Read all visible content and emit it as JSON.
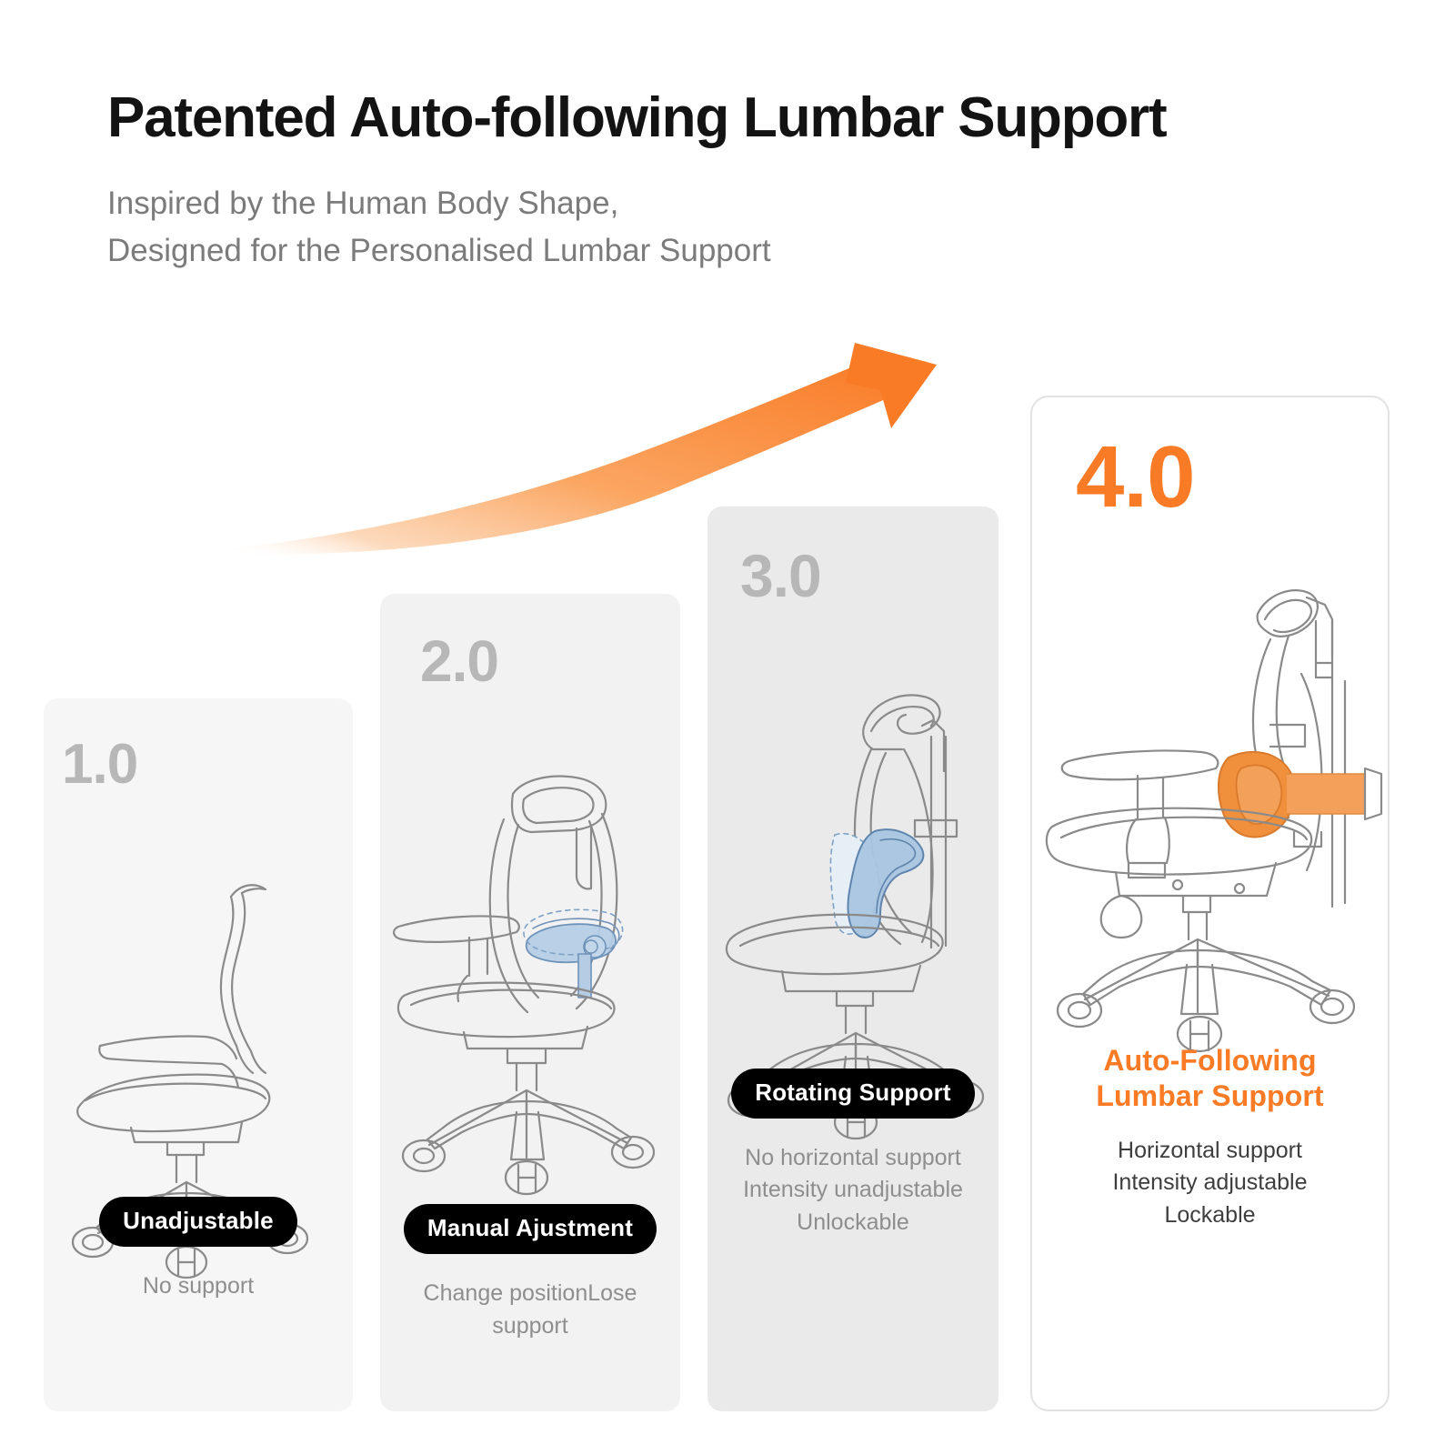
{
  "header": {
    "title": "Patented Auto-following Lumbar Support",
    "subtitle_line1": "Inspired by the Human Body Shape,",
    "subtitle_line2": "Designed for the Personalised Lumbar Support"
  },
  "colors": {
    "accent_orange": "#f97b26",
    "badge_black": "#000000",
    "muted_gray": "#8e8e8e",
    "version_gray": "#b7b7b7",
    "lumbar_blue": "#a8c4e0",
    "card_border": "#e2e2e2"
  },
  "arrow": {
    "name": "growth-arrow",
    "direction": "upward-right",
    "gradient_from": "#fdd6b4",
    "gradient_to": "#f97b26"
  },
  "cards": [
    {
      "version": "1.0",
      "version_color": "#b7b7b7",
      "badge": "Unadjustable",
      "desc_lines": [
        "No support"
      ],
      "headline": null,
      "lumbar_highlight": "none",
      "background": "#f6f6f6"
    },
    {
      "version": "2.0",
      "version_color": "#b7b7b7",
      "badge": "Manual Ajustment",
      "desc_lines": [
        "Change positionLose",
        "support"
      ],
      "headline": null,
      "lumbar_highlight": "blue",
      "background": "#f2f2f2"
    },
    {
      "version": "3.0",
      "version_color": "#b7b7b7",
      "badge": "Rotating Support",
      "desc_lines": [
        "No horizontal support",
        "Intensity unadjustable",
        "Unlockable"
      ],
      "headline": null,
      "lumbar_highlight": "blue",
      "background": "#eaeaea"
    },
    {
      "version": "4.0",
      "version_color": "#f97b26",
      "badge": null,
      "desc_lines": [
        "Horizontal support",
        "Intensity adjustable",
        "Lockable"
      ],
      "headline_line1": "Auto-Following",
      "headline_line2": "Lumbar Support",
      "lumbar_highlight": "orange",
      "background": "#ffffff"
    }
  ]
}
